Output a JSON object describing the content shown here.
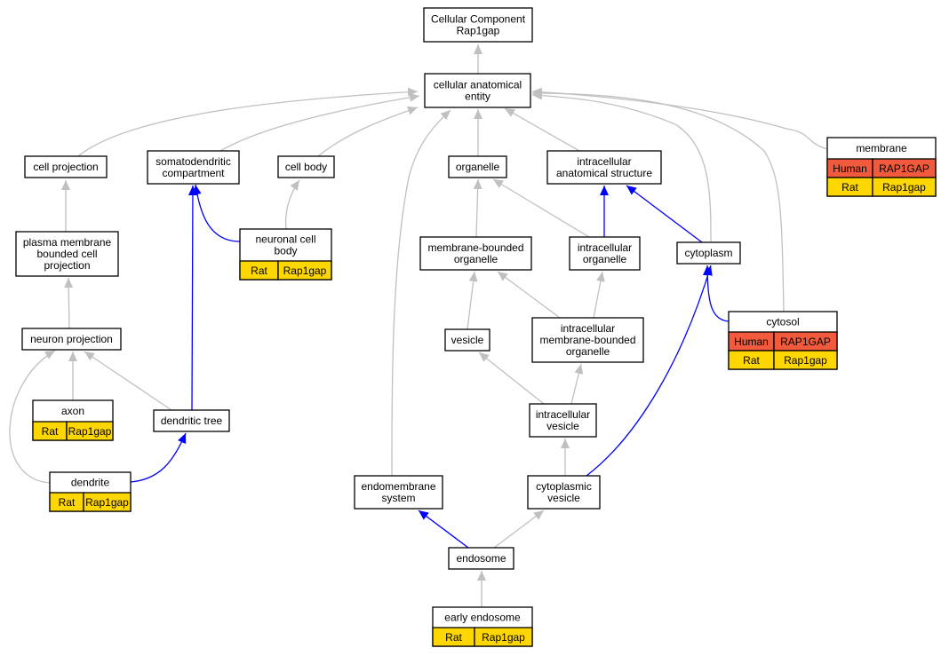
{
  "colors": {
    "edge_gray": "#c0c0c0",
    "edge_blue": "#0000ff",
    "human_fill": "#f15a3c",
    "rat_fill": "#ffd700",
    "node_fill": "#ffffff"
  },
  "nodes": {
    "cc_root": {
      "lines": [
        "Cellular Component",
        "Rap1gap"
      ]
    },
    "cae": {
      "lines": [
        "cellular anatomical",
        "entity"
      ]
    },
    "cell_projection": {
      "lines": [
        "cell projection"
      ]
    },
    "somatodendritic": {
      "lines": [
        "somatodendritic",
        "compartment"
      ]
    },
    "cell_body": {
      "lines": [
        "cell body"
      ]
    },
    "organelle": {
      "lines": [
        "organelle"
      ]
    },
    "ias": {
      "lines": [
        "intracellular",
        "anatomical structure"
      ]
    },
    "membrane": {
      "lines": [
        "membrane"
      ],
      "annotations": [
        [
          "Human",
          "RAP1GAP"
        ],
        [
          "Rat",
          "Rap1gap"
        ]
      ]
    },
    "neuronal_cell_body": {
      "lines": [
        "neuronal cell",
        "body"
      ],
      "annotations": [
        [
          "Rat",
          "Rap1gap"
        ]
      ]
    },
    "pmbcp": {
      "lines": [
        "plasma membrane",
        "bounded cell",
        "projection"
      ]
    },
    "mbo": {
      "lines": [
        "membrane-bounded",
        "organelle"
      ]
    },
    "intracellular_organelle": {
      "lines": [
        "intracellular",
        "organelle"
      ]
    },
    "cytoplasm": {
      "lines": [
        "cytoplasm"
      ]
    },
    "neuron_projection": {
      "lines": [
        "neuron projection"
      ]
    },
    "vesicle": {
      "lines": [
        "vesicle"
      ]
    },
    "imbo": {
      "lines": [
        "intracellular",
        "membrane-bounded",
        "organelle"
      ]
    },
    "cytosol": {
      "lines": [
        "cytosol"
      ],
      "annotations": [
        [
          "Human",
          "RAP1GAP"
        ],
        [
          "Rat",
          "Rap1gap"
        ]
      ]
    },
    "axon": {
      "lines": [
        "axon"
      ],
      "annotations": [
        [
          "Rat",
          "Rap1gap"
        ]
      ]
    },
    "dendritic_tree": {
      "lines": [
        "dendritic tree"
      ]
    },
    "intracellular_vesicle": {
      "lines": [
        "intracellular",
        "vesicle"
      ]
    },
    "dendrite": {
      "lines": [
        "dendrite"
      ],
      "annotations": [
        [
          "Rat",
          "Rap1gap"
        ]
      ]
    },
    "endomembrane": {
      "lines": [
        "endomembrane",
        "system"
      ]
    },
    "cytoplasmic_vesicle": {
      "lines": [
        "cytoplasmic",
        "vesicle"
      ]
    },
    "endosome": {
      "lines": [
        "endosome"
      ]
    },
    "early_endosome": {
      "lines": [
        "early endosome"
      ],
      "annotations": [
        [
          "Rat",
          "Rap1gap"
        ]
      ]
    }
  }
}
